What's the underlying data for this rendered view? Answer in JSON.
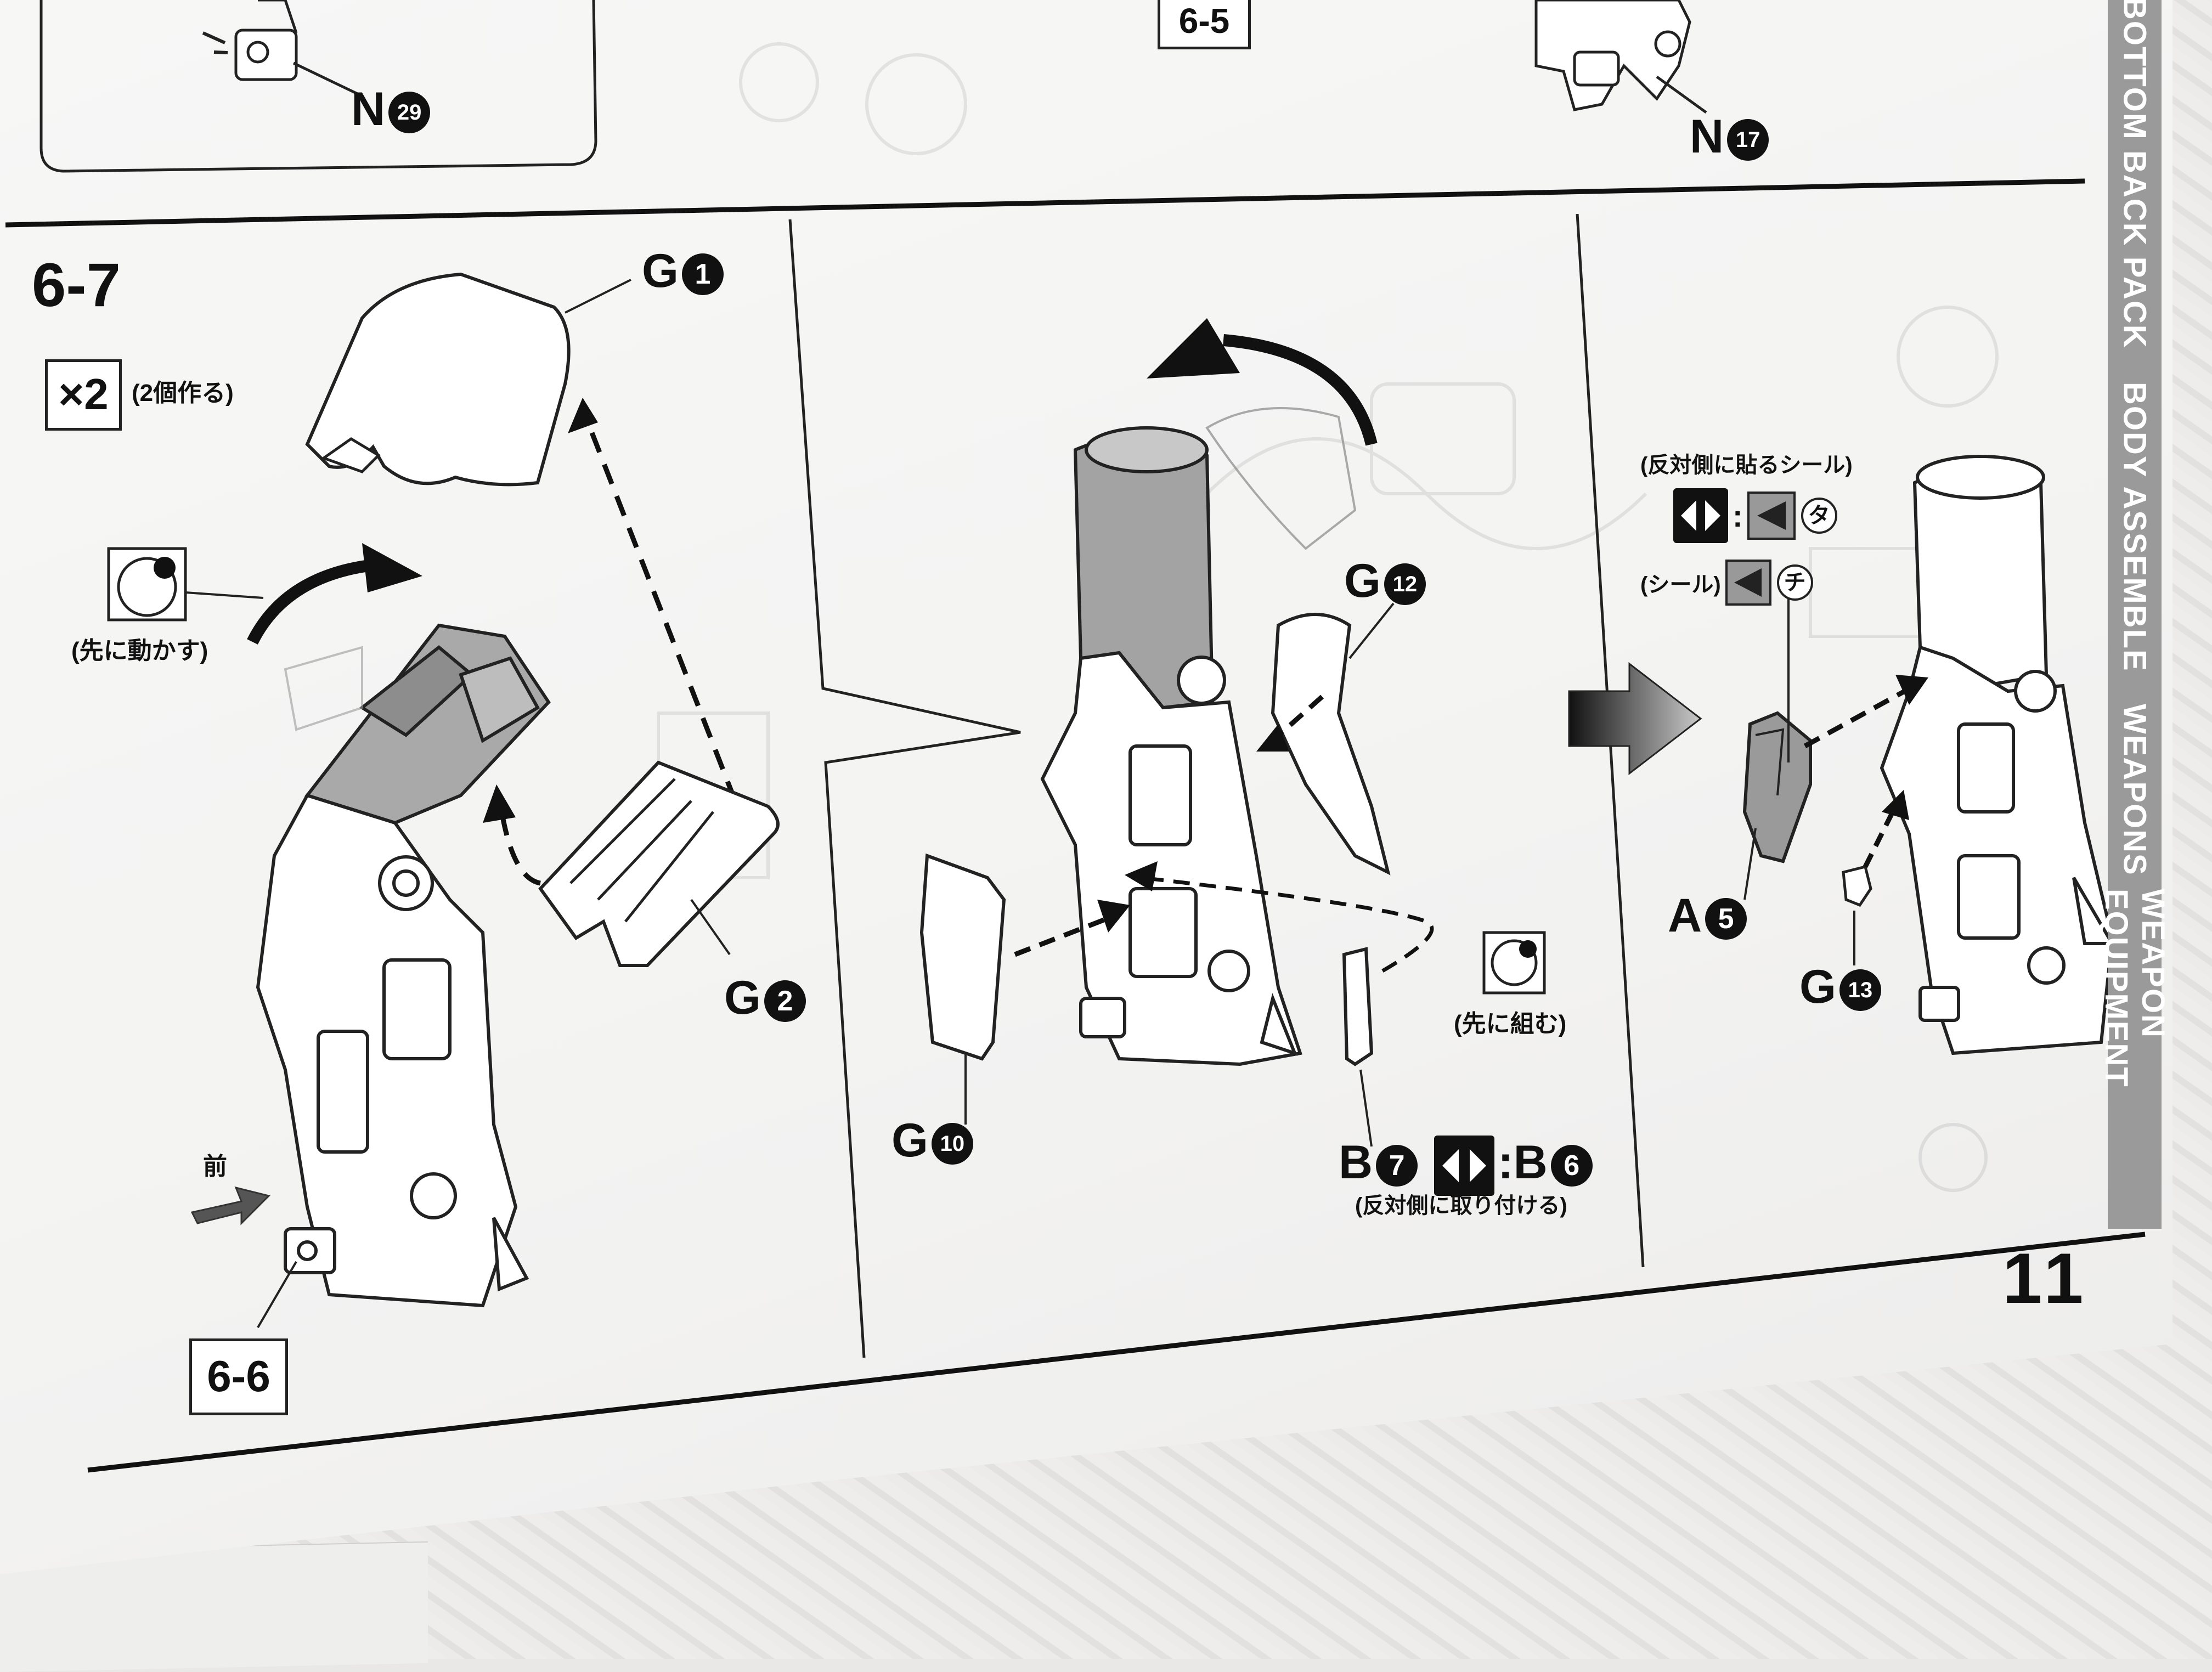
{
  "page": {
    "number": "11"
  },
  "side_tabs": [
    "BOTTOM",
    "BACK PACK",
    "BODY ASSEMBLE",
    "WEAPONS",
    "WEAPON EQUIPMENT"
  ],
  "top_strip": {
    "left_part": "N",
    "left_num": "29",
    "step": "6-5",
    "right_part": "N",
    "right_num": "17"
  },
  "step": {
    "label": "6-7",
    "multiplier": "×2",
    "multiplier_note": "(2個作る)",
    "ref_step": "6-6",
    "front_label": "前"
  },
  "callouts": {
    "move_first": "(先に動かす)",
    "assemble_first": "(先に組む)",
    "attach_opposite": "(反対側に取り付ける)",
    "sticker_opposite_title": "(反対側に貼るシール)",
    "sticker_label": "(シール)",
    "sticker_ta": "タ",
    "sticker_chi": "チ",
    "colon": ":"
  },
  "parts": {
    "g1": {
      "letter": "G",
      "num": "1"
    },
    "g2": {
      "letter": "G",
      "num": "2"
    },
    "g12": {
      "letter": "G",
      "num": "12"
    },
    "g10": {
      "letter": "G",
      "num": "10"
    },
    "b7": {
      "letter": "B",
      "num": "7"
    },
    "b6": {
      "letter": "B",
      "num": "6"
    },
    "a5": {
      "letter": "A",
      "num": "5"
    },
    "g13": {
      "letter": "G",
      "num": "13"
    }
  },
  "colors": {
    "ink": "#111111",
    "part_grey": "#a9a9a9",
    "tab_grey": "#9a9a9a",
    "paper": "#f5f5f4"
  }
}
